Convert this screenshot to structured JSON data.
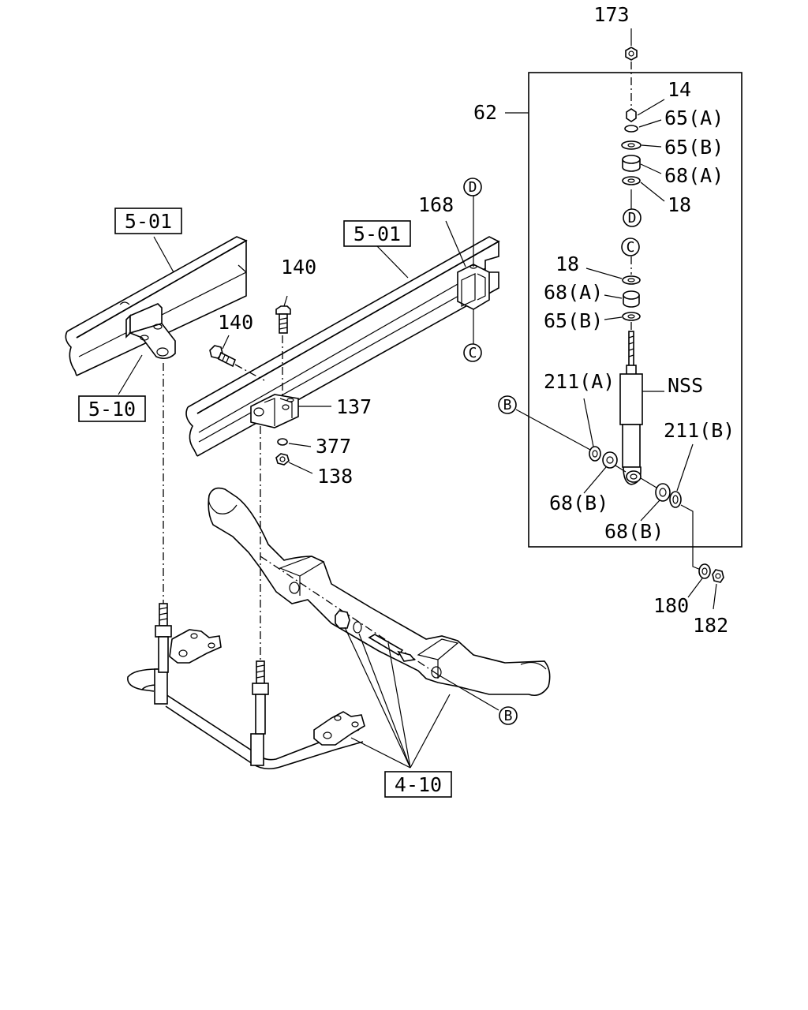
{
  "callouts": {
    "c173": "173",
    "c14": "14",
    "c62": "62",
    "c65a_top": "65(A)",
    "c65b_top": "65(B)",
    "c68a_top": "68(A)",
    "c18_top": "18",
    "c18_mid": "18",
    "c68a_mid": "68(A)",
    "c65b_mid": "65(B)",
    "c168": "168",
    "c140a": "140",
    "c140b": "140",
    "c137": "137",
    "c377": "377",
    "c138": "138",
    "c211a": "211(A)",
    "c211b": "211(B)",
    "cNSS": "NSS",
    "c68b_left": "68(B)",
    "c68b_right": "68(B)",
    "c180": "180",
    "c182": "182"
  },
  "refs": {
    "frame_left": "5-01",
    "frame_mid": "5-01",
    "bracket": "5-10",
    "axle": "4-10"
  },
  "markers": {
    "d_top": "D",
    "d_frame": "D",
    "c_frame": "C",
    "c_mid": "C",
    "b_left": "B",
    "b_axle": "B"
  }
}
